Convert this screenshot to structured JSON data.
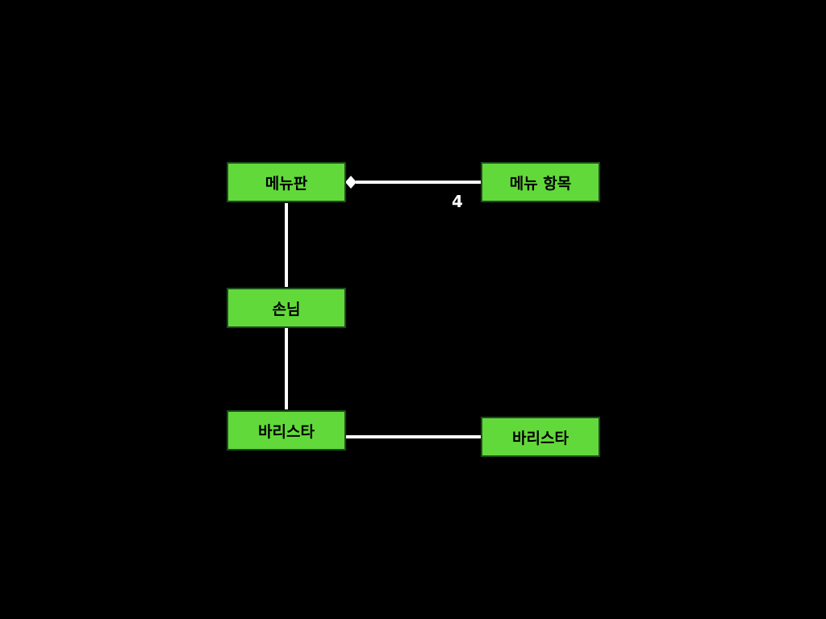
{
  "colors": {
    "background": "#000000",
    "node_fill": "#62d93a",
    "node_border": "#1c4d1a",
    "edge": "#ffffff"
  },
  "nodes": {
    "menu_board": "메뉴판",
    "menu_item": "메뉴 항목",
    "customer": "손님",
    "barista": "바리스타",
    "barista_right": "바리스타"
  },
  "edges": {
    "menu_board_to_menu_item": {
      "start_marker": "diamond",
      "multiplicity": "4"
    }
  }
}
